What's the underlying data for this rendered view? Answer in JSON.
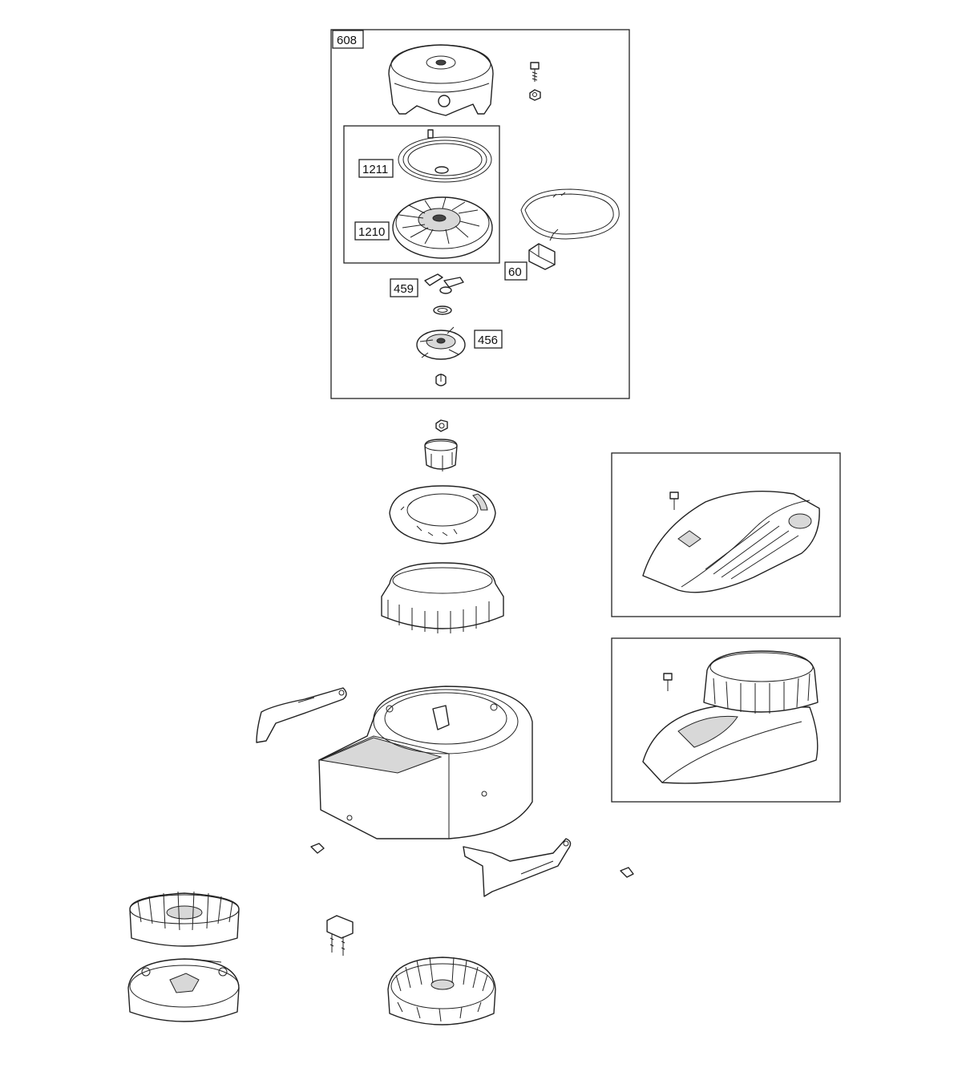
{
  "callouts": {
    "c608": "608",
    "c1211": "1211",
    "c1210": "1210",
    "c60": "60",
    "c459": "459",
    "c456": "456"
  },
  "colors": {
    "line": "#222222",
    "background": "#ffffff",
    "shade": "#d8d8d8"
  }
}
